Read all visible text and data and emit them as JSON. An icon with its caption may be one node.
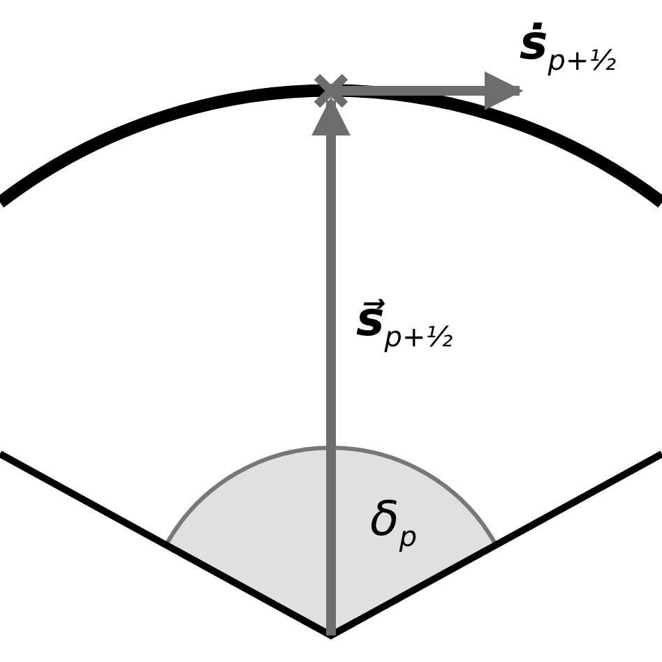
{
  "diagram": {
    "labels": [
      "**ṡ**$_{p+½}$",
      "**s⃗**$_{p+½}$",
      "δ$_{p}$"
    ]
  }
}
